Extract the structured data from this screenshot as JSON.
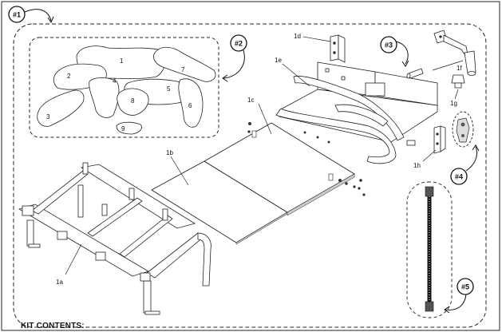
{
  "callouts": {
    "c1": "#1",
    "c2": "#2",
    "c3": "#3",
    "c4": "#4",
    "c5": "#5"
  },
  "logs": [
    "1",
    "2",
    "3",
    "4",
    "5",
    "6",
    "7",
    "8",
    "9"
  ],
  "parts": {
    "a": "1a",
    "b": "1b",
    "c": "1c",
    "d": "1d",
    "e": "1e",
    "f": "1f",
    "g": "1g",
    "h": "1h"
  },
  "footer": "KIT CONTENTS:"
}
